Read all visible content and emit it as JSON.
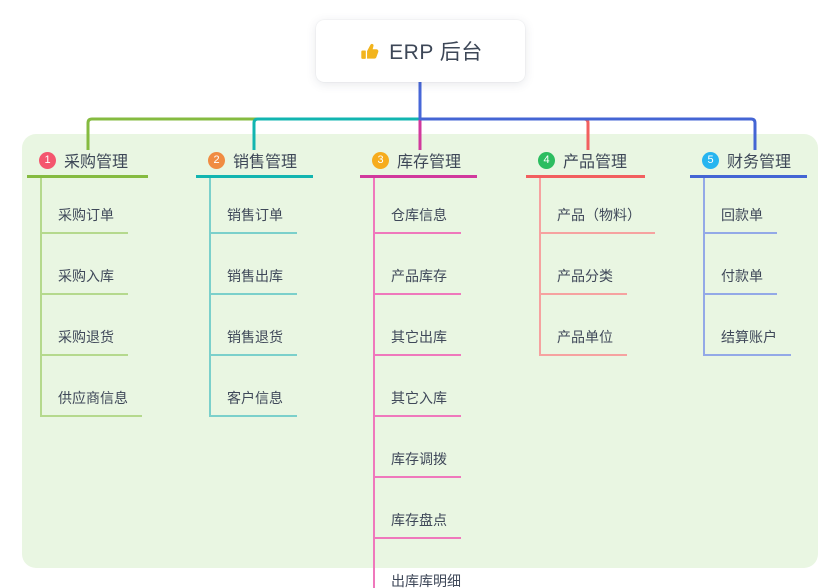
{
  "root": {
    "title": "ERP 后台",
    "icon": "thumbs-up-icon",
    "icon_color": "#f2b41d",
    "stem_color": "#4767d8"
  },
  "panel_color": "#e9f6e2",
  "branches": [
    {
      "index": "1",
      "title": "采购管理",
      "badge": "#f4566e",
      "line": "#85bb40",
      "child_line": "#b5d98d",
      "children": [
        "采购订单",
        "采购入库",
        "采购退货",
        "供应商信息"
      ]
    },
    {
      "index": "2",
      "title": "销售管理",
      "badge": "#f08c42",
      "line": "#12b5b0",
      "child_line": "#7bd0cb",
      "children": [
        "销售订单",
        "销售出库",
        "销售退货",
        "客户信息"
      ]
    },
    {
      "index": "3",
      "title": "库存管理",
      "badge": "#f6ac1d",
      "line": "#d1399d",
      "child_line": "#ef78bc",
      "children": [
        "仓库信息",
        "产品库存",
        "其它出库",
        "其它入库",
        "库存调拨",
        "库存盘点",
        "出库库明细"
      ]
    },
    {
      "index": "4",
      "title": "产品管理",
      "badge": "#2cbd60",
      "line": "#f25f5f",
      "child_line": "#f6a2a0",
      "children": [
        "产品（物料）",
        "产品分类",
        "产品单位"
      ]
    },
    {
      "index": "5",
      "title": "财务管理",
      "badge": "#27b5f0",
      "line": "#4465d4",
      "child_line": "#93a9e7",
      "children": [
        "回款单",
        "付款单",
        "结算账户"
      ]
    }
  ]
}
